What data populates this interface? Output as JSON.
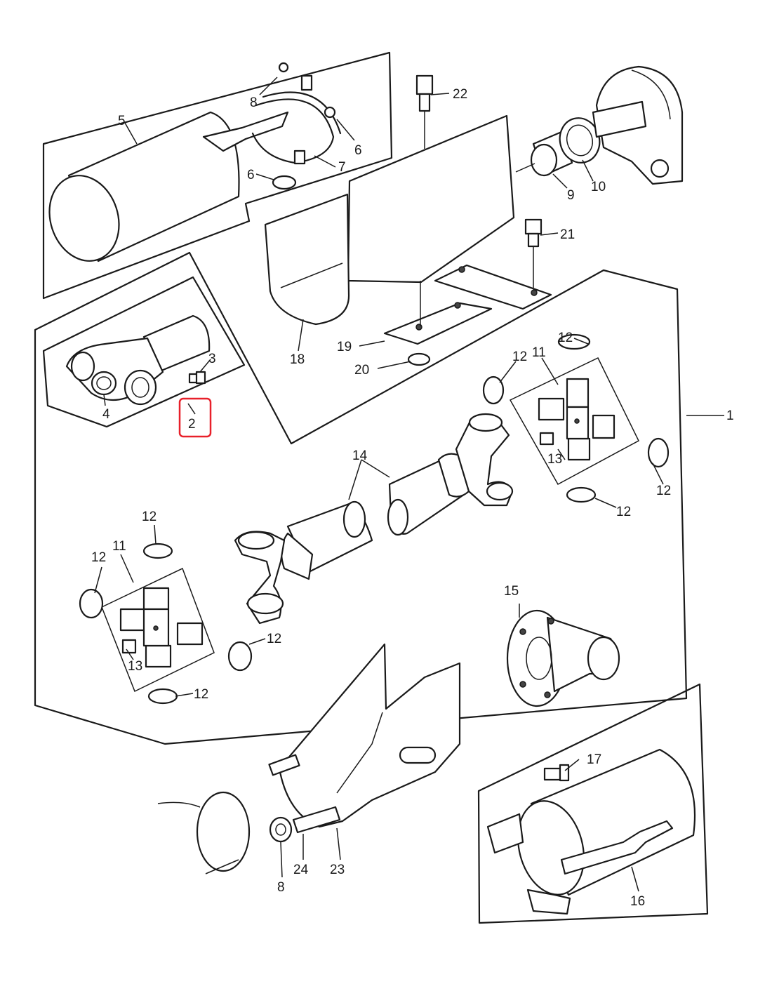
{
  "diagram": {
    "callouts": [
      "1",
      "2",
      "3",
      "4",
      "5",
      "6",
      "6",
      "7",
      "8",
      "9",
      "10",
      "11",
      "11",
      "12",
      "12",
      "12",
      "12",
      "12",
      "12",
      "12",
      "12",
      "13",
      "13",
      "14",
      "15",
      "16",
      "17",
      "18",
      "19",
      "20",
      "21",
      "22",
      "23",
      "24",
      "8"
    ],
    "highlighted_callout": "2",
    "highlight_color": "#e8202a"
  }
}
